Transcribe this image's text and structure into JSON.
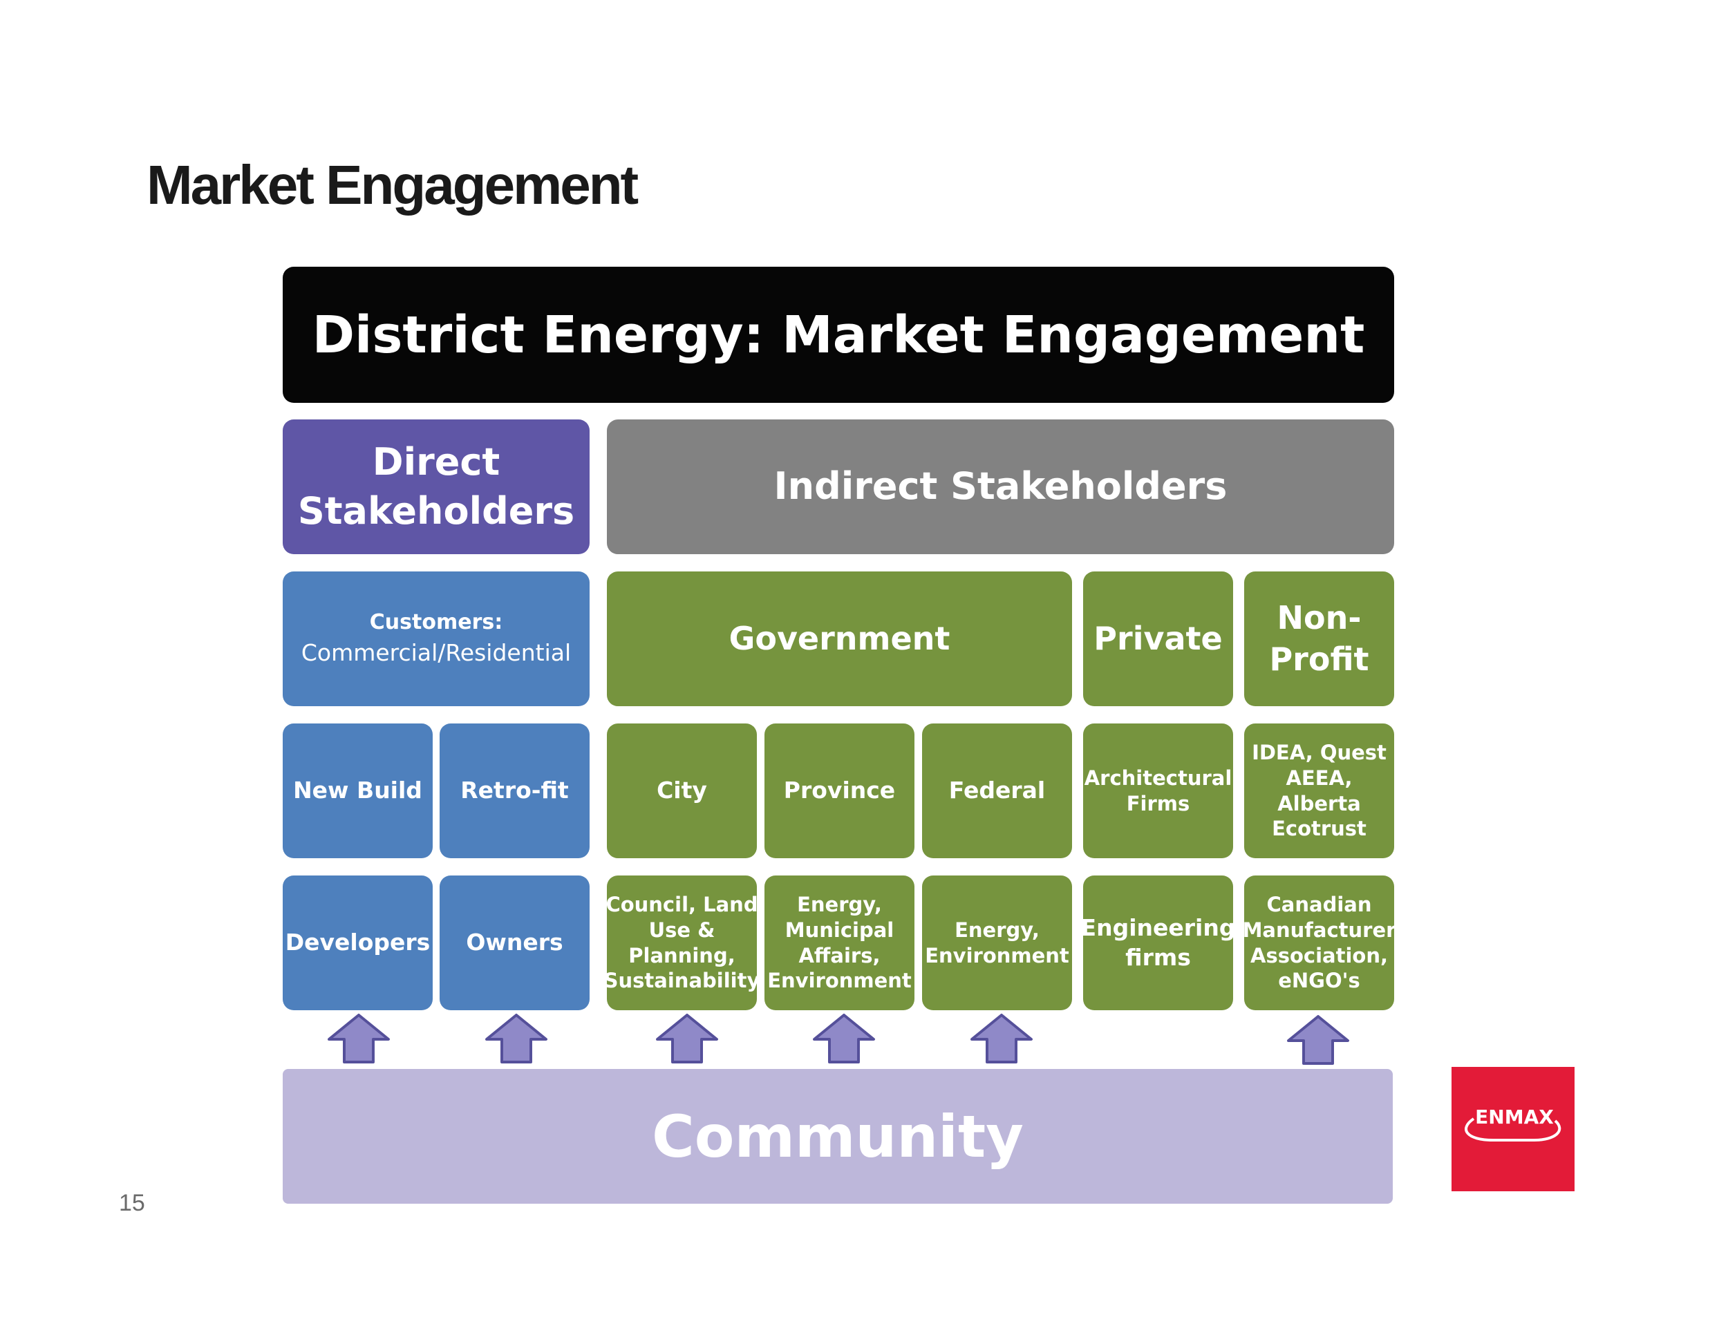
{
  "slide": {
    "title": "Market Engagement",
    "page_number": "15",
    "logo_text": "ENMAX"
  },
  "diagram": {
    "header": "District Energy: Market Engagement",
    "direct": {
      "title": "Direct\nStakeholders",
      "customers_label": "Customers:",
      "customers_detail": "Commercial/Residential",
      "new_build": "New Build",
      "retrofit": "Retro-fit",
      "developers": "Developers",
      "owners": "Owners"
    },
    "indirect": {
      "title": "Indirect Stakeholders",
      "government": "Government",
      "private": "Private",
      "nonprofit": "Non-\nProfit",
      "city": "City",
      "province": "Province",
      "federal": "Federal",
      "architectural": "Architectural\nFirms",
      "idea": "IDEA, Quest\nAEEA, Alberta\nEcotrust",
      "council": "Council, Land\nUse &\nPlanning,\nSustainability",
      "energy_municipal": "Energy,\nMunicipal\nAffairs,\nEnvironment",
      "energy_env": "Energy,\nEnvironment",
      "engineering": "Engineering\nfirms",
      "canadian": "Canadian\nManufacturer\nAssociation,\neNGO's"
    },
    "community": "Community",
    "colors": {
      "header": "#060606",
      "direct": "#5f56a6",
      "indirect": "#828282",
      "customer": "#4e80bd",
      "indirect_group": "#76943e",
      "community": "#bdb7da",
      "arrow": "#8f89c8",
      "logo": "#e31b38"
    }
  }
}
